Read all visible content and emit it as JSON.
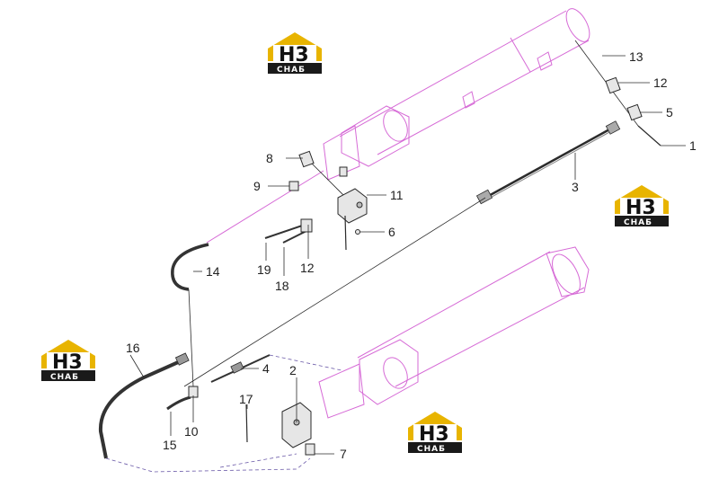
{
  "logo": {
    "brand": "H3",
    "sub": "CHAБ",
    "colors": {
      "gold": "#e8b400",
      "dark": "#1a1a1a"
    }
  },
  "colors": {
    "cylinder": "#d66ad6",
    "leader": "#2b2b2b",
    "dash": "#6b5aa8"
  },
  "parts": {
    "p1": "1",
    "p2": "2",
    "p3": "3",
    "p4": "4",
    "p5": "5",
    "p6": "6",
    "p7": "7",
    "p8": "8",
    "p9": "9",
    "p10": "10",
    "p11": "11",
    "p12a": "12",
    "p12b": "12",
    "p13": "13",
    "p14": "14",
    "p15": "15",
    "p16": "16",
    "p17": "17",
    "p18": "18",
    "p19": "19"
  }
}
